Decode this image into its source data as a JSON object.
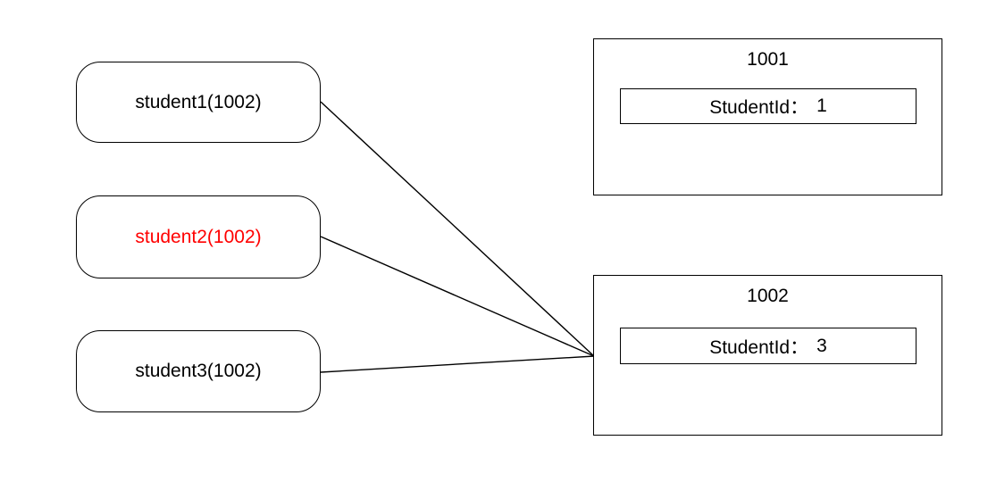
{
  "canvas": {
    "background": "#ffffff"
  },
  "nodes": [
    {
      "id": "student1",
      "label": "student1(1002)",
      "text_color": "#000000"
    },
    {
      "id": "student2",
      "label": "student2(1002)",
      "text_color": "#ff0000"
    },
    {
      "id": "student3",
      "label": "student3(1002)",
      "text_color": "#000000"
    }
  ],
  "groups": [
    {
      "id": "1001",
      "title": "1001",
      "field": {
        "label": "StudentId：",
        "value": "1"
      }
    },
    {
      "id": "1002",
      "title": "1002",
      "field": {
        "label": "StudentId：",
        "value": "3"
      }
    }
  ],
  "connections": [
    {
      "from": "student1",
      "to": "1002"
    },
    {
      "from": "student2",
      "to": "1002"
    },
    {
      "from": "student3",
      "to": "1002"
    }
  ],
  "colors": {
    "line": "#000000",
    "border": "#000000",
    "text": "#000000",
    "highlight": "#ff0000",
    "background": "#ffffff"
  }
}
